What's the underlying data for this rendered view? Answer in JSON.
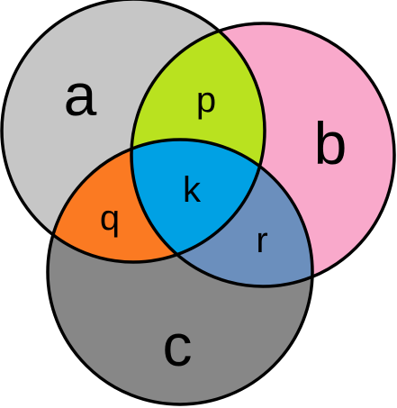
{
  "labels": {
    "a": "a",
    "b": "b",
    "c": "c",
    "p": "p",
    "q": "q",
    "r": "r",
    "k": "k"
  },
  "colors": {
    "a": "#c6c6c6",
    "b": "#f9a9cb",
    "c": "#878787",
    "p": "#b9e21f",
    "q": "#fb7a22",
    "r": "#6b8fbd",
    "k": "#00a1e4",
    "outline": "#000000",
    "background": "#ffffff"
  }
}
